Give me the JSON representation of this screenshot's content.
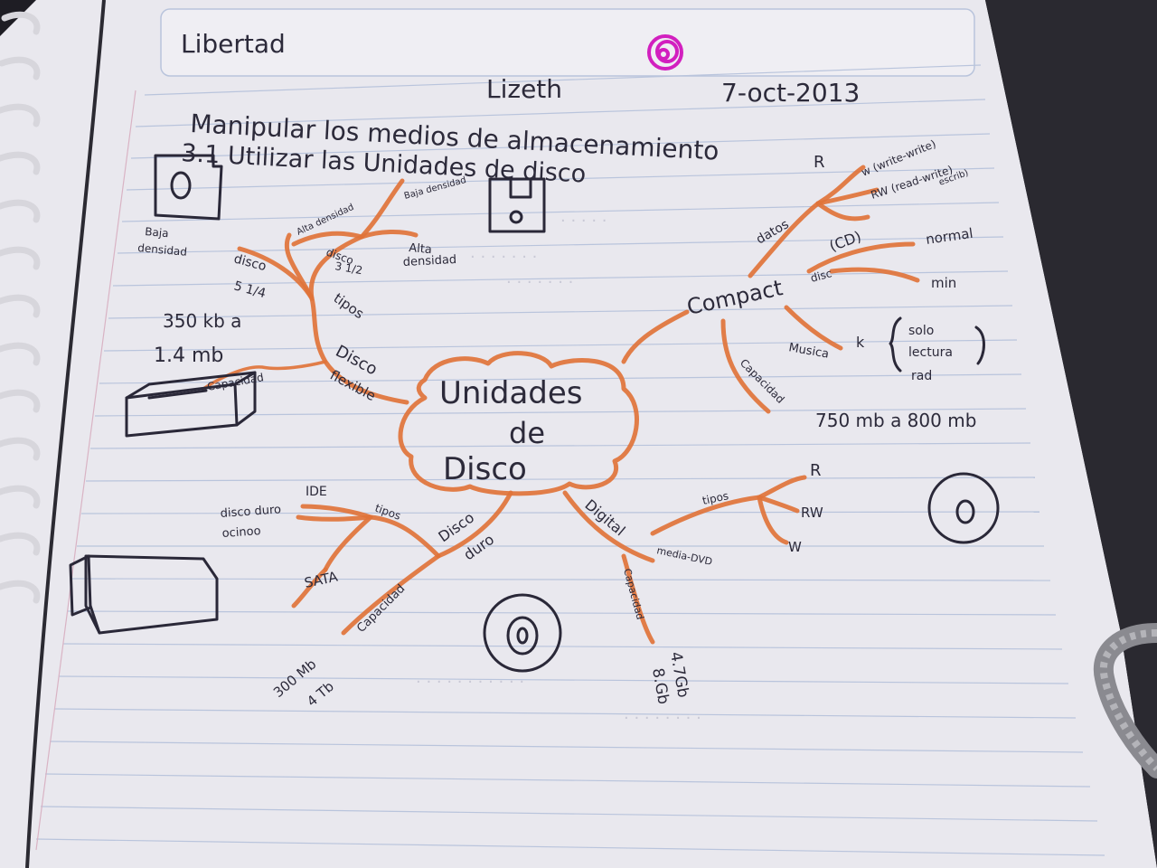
{
  "header": {
    "name": "Libertad",
    "student": "Lizeth",
    "date": "7-oct-2013"
  },
  "title": {
    "line1": "Manipular los medios de almacenamiento",
    "line2": "3.1 Utilizar las Unidades de disco"
  },
  "center": {
    "line1": "Unidades",
    "line2": "de",
    "line3": "Disco"
  },
  "flexible": {
    "branch": "Disco",
    "branch2": "flexible",
    "tipos": "tipos",
    "disco_525_a": "disco",
    "disco_525_b": "5 1/4",
    "disco_35_a": "disco",
    "disco_35_b": "3 1/2",
    "baja_a": "Baja",
    "baja_b": "densidad",
    "alta": "Alta densidad",
    "baja_top": "Baja densidad",
    "alta_dens_a": "Alta",
    "alta_dens_b": "densidad",
    "capacidad": "Capacidad",
    "cap1": "350 kb  a",
    "cap2": "1.4 mb"
  },
  "compact": {
    "branch": "Compact",
    "datos": "datos",
    "r": "R",
    "rw1": "w (write-write)",
    "rw2": "RW (read-write)",
    "rw3": "escrib)",
    "cd": "(CD)",
    "disc": "disc",
    "normal": "normal",
    "min": "min",
    "musica": "Musica",
    "k": "k",
    "solo1": "solo",
    "solo2": "lectura",
    "solo3": "rad",
    "capacidad": "Capacidad",
    "cap_values": "750 mb  a 800 mb"
  },
  "digital": {
    "branch": "Digital",
    "tipos": "tipos",
    "r": "R",
    "rw": "RW",
    "w": "W",
    "media": "media-DVD",
    "capacidad": "Capacidad",
    "cap1": "4.7Gb",
    "cap2": "8.Gb"
  },
  "duro": {
    "branch1": "Disco",
    "branch2": "duro",
    "tipos": "tipos",
    "ide": "IDE",
    "ata1": "disco duro",
    "ata2": "ocinoo",
    "sata": "SATA",
    "capacidad": "Capacidad",
    "cap1": "300 Mb",
    "cap2": "4 Tb"
  }
}
